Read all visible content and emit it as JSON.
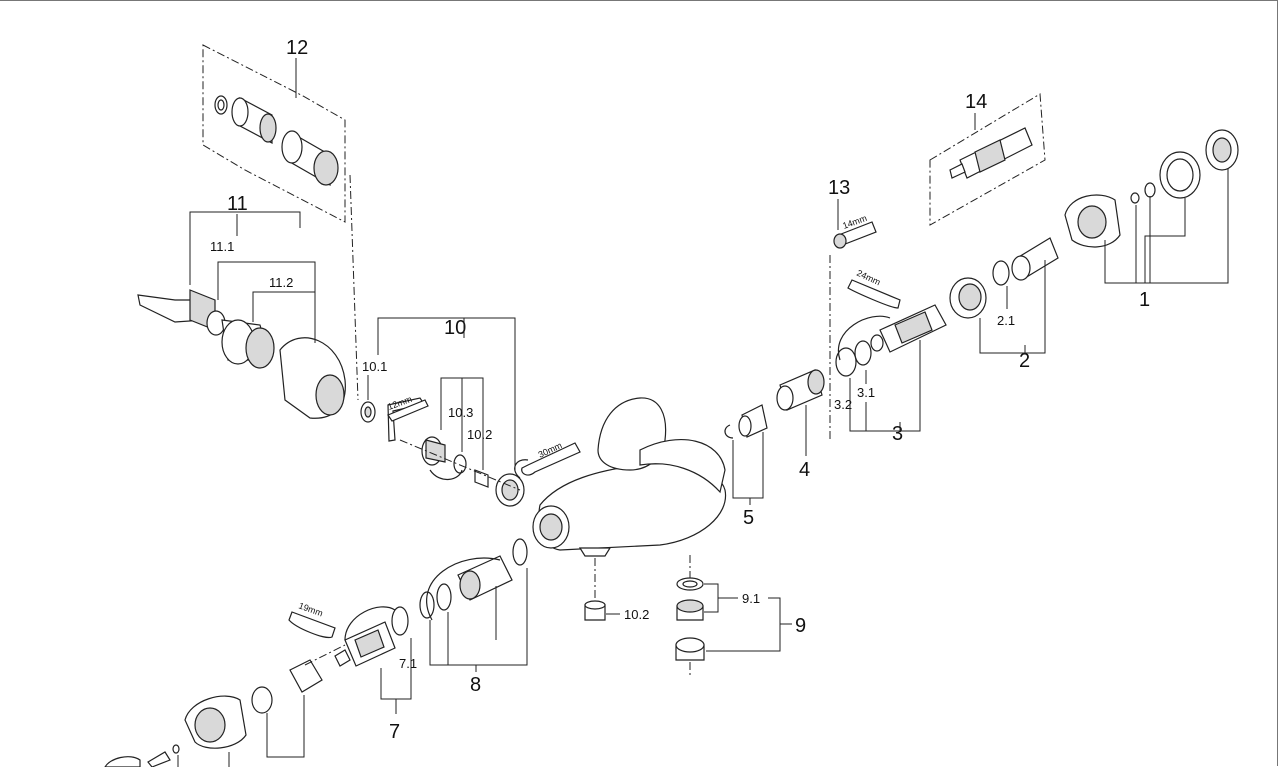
{
  "labels": {
    "p1": "1",
    "p2": "2",
    "p2_1": "2.1",
    "p3": "3",
    "p3_1": "3.1",
    "p3_2": "3.2",
    "p4": "4",
    "p5": "5",
    "p7": "7",
    "p7_1": "7.1",
    "p8": "8",
    "p9": "9",
    "p9_1": "9.1",
    "p10": "10",
    "p10_1": "10.1",
    "p10_2": "10.2",
    "p10_2b": "10.2",
    "p10_3": "10.3",
    "p11": "11",
    "p11_1": "11.1",
    "p11_2": "11.2",
    "p12": "12",
    "p13": "13",
    "p14": "14"
  },
  "tools": {
    "wrench_12": "12mm",
    "wrench_14": "14mm",
    "wrench_19": "19mm",
    "wrench_24": "24mm",
    "wrench_30": "30mm"
  }
}
